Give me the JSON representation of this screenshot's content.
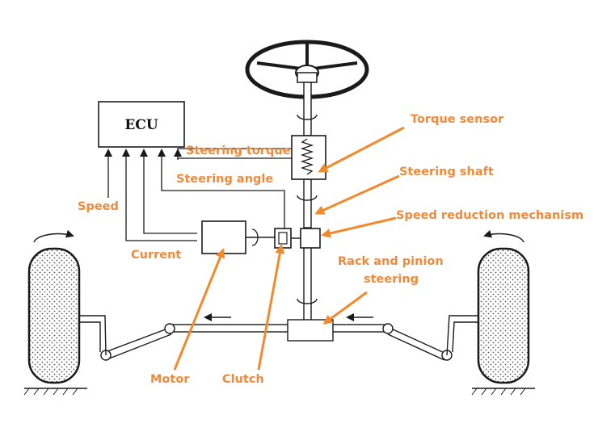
{
  "diagram": {
    "ecu_label": "ECU",
    "labels": {
      "torque_sensor": "Torque sensor",
      "steering_torque": "Steering torque",
      "steering_shaft": "Steering shaft",
      "steering_angle": "Steering angle",
      "speed": "Speed",
      "speed_reduction": "Speed reduction mechanism",
      "current": "Current",
      "rack_pinion_line1": "Rack and pinion",
      "rack_pinion_line2": "steering",
      "motor": "Motor",
      "clutch": "Clutch"
    },
    "colors": {
      "label": "#f0893a",
      "arrow": "#f08a2c",
      "ink": "#1a1a1a"
    }
  }
}
